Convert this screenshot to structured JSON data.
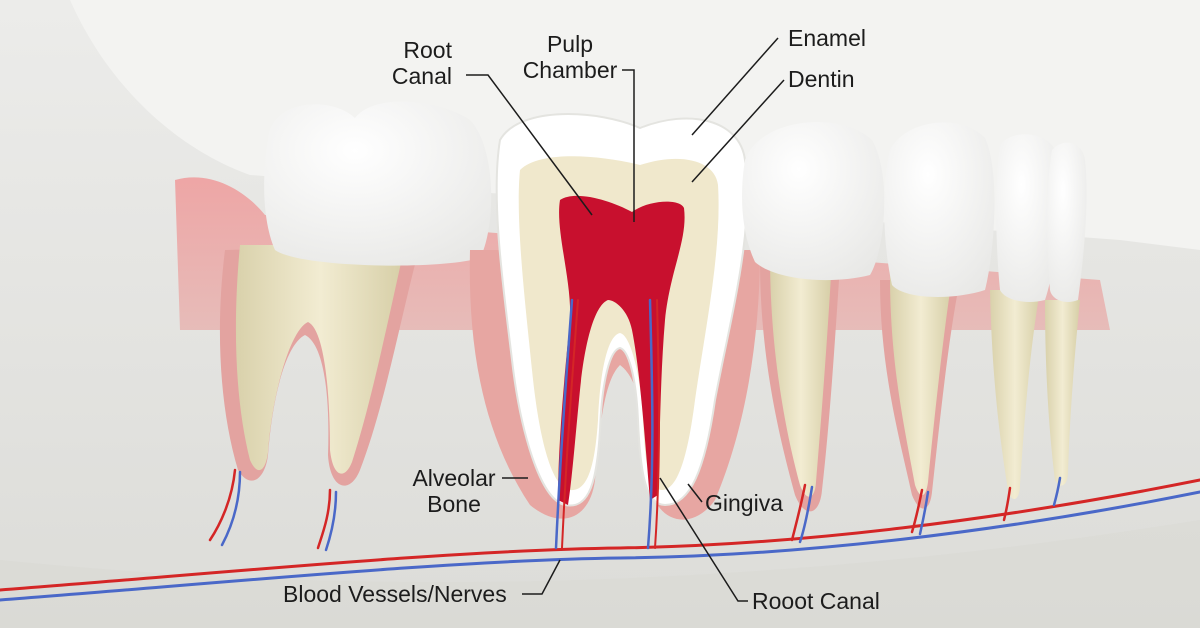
{
  "labels": {
    "root_canal_top": [
      "Root",
      "Canal"
    ],
    "pulp_chamber": [
      "Pulp",
      "Chamber"
    ],
    "enamel": "Enamel",
    "dentin": "Dentin",
    "alveolar_bone": [
      "Alveolar",
      "Bone"
    ],
    "gingiva": "Gingiva",
    "blood_vessels_nerves": "Blood Vessels/Nerves",
    "root_canal_bottom": "Rooot Canal"
  },
  "colors": {
    "background": "#f3f3f1",
    "bone": "#e6e6e2",
    "gum": "#e88a8a",
    "gum_dark": "#d96868",
    "enamel": "#ffffff",
    "dentin": "#f0e8cc",
    "root": "#ece4c4",
    "pulp": "#c8102e",
    "artery": "#d42626",
    "vein": "#4a68c8",
    "leader_line": "#1c1c1c"
  }
}
